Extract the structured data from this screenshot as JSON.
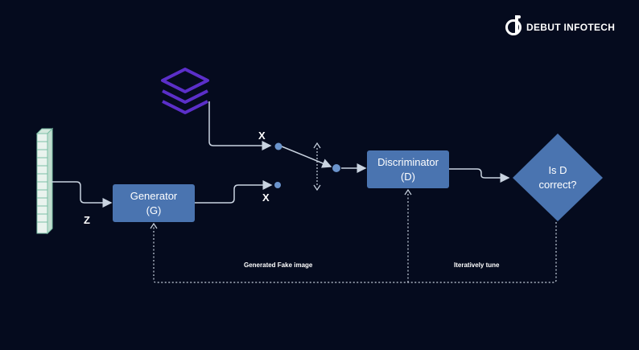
{
  "brand": {
    "name": "DEBUT INFOTECH",
    "logo": "debut-infotech-logo"
  },
  "labels": {
    "z": "Z",
    "x_real": "X",
    "x_fake": "X",
    "generated_fake": "Generated Fake image",
    "iteratively_tune": "Iteratively tune"
  },
  "generator": {
    "line1": "Generator",
    "line2": "(G)"
  },
  "discriminator": {
    "line1": "Discriminator",
    "line2": "(D)"
  },
  "decision": {
    "line1": "Is D",
    "line2": "correct?"
  },
  "colors": {
    "background": "#050b1e",
    "box_fill": "#4a74b0",
    "connector": "#c9d3e0",
    "node": "#6b94cc",
    "stack_icon": "#5b2fc9",
    "noise_vector": "#e9f3ee",
    "text": "#ffffff"
  },
  "icons": [
    "layers-icon",
    "noise-vector-icon",
    "switch-arrow-icon",
    "debut-logo-icon"
  ]
}
